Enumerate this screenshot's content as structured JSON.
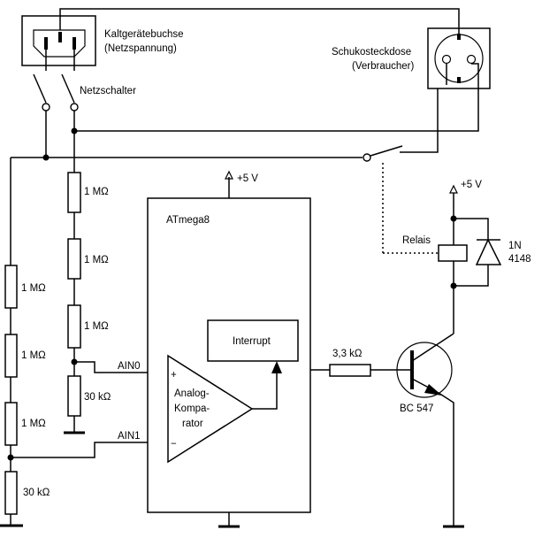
{
  "labels": {
    "inlet": "Kaltgerätebuchse",
    "inlet_sub": "(Netzspannung)",
    "socket": "Schukosteckdose",
    "socket_sub": "(Verbraucher)",
    "mains_switch": "Netzschalter",
    "supply": "+5 V",
    "mcu": "ATmega8",
    "interrupt": "Interrupt",
    "comparator_line1": "Analog-",
    "comparator_line2": "Kompa-",
    "comparator_line3": "rator",
    "ain0": "AIN0",
    "ain1": "AIN1",
    "plus": "+",
    "minus": "−",
    "relay": "Relais",
    "diode_line1": "1N",
    "diode_line2": "4148",
    "transistor": "BC 547"
  },
  "resistors": {
    "r_a1": "1 MΩ",
    "r_a2": "1 MΩ",
    "r_a3": "1 MΩ",
    "r_a4": "30 kΩ",
    "r_b1": "1 MΩ",
    "r_b2": "1 MΩ",
    "r_b3": "1 MΩ",
    "r_b4": "30 kΩ",
    "r_base": "3,3 kΩ"
  }
}
